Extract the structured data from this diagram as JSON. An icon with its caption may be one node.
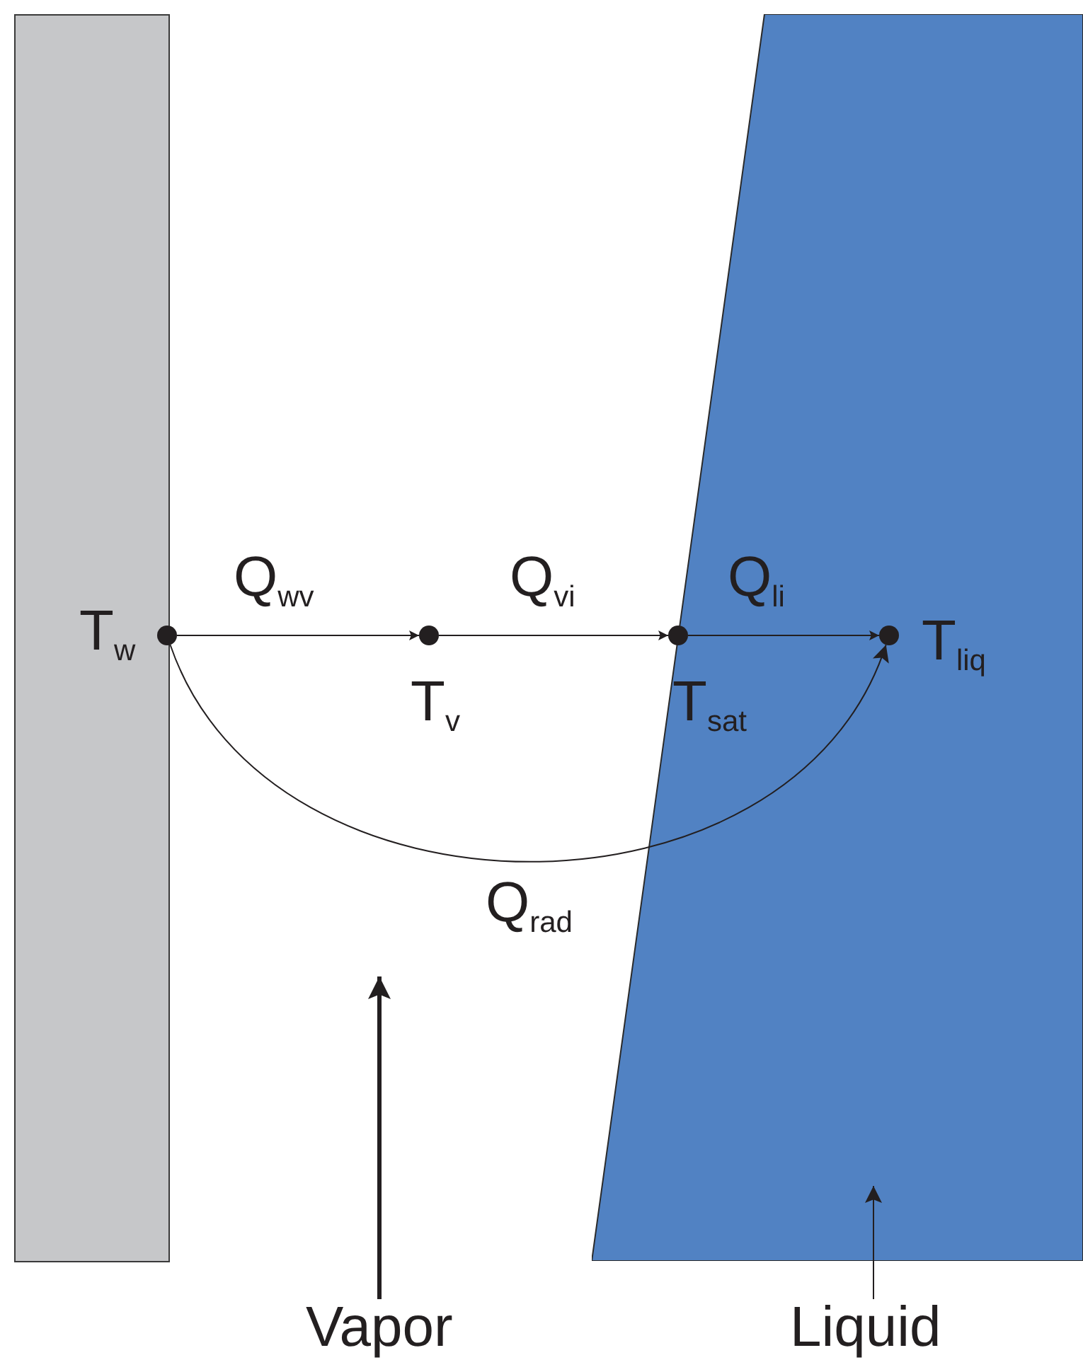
{
  "diagram": {
    "nodes": [
      {
        "text": [],
        "shape": "trapezoid"
      },
      {
        "text": [],
        "shape": "circle",
        "beside": [
          "T$_{w}$"
        ]
      },
      {
        "text": [],
        "shape": "circle",
        "beside": [
          "T$_{v}$"
        ]
      },
      {
        "text": [],
        "shape": "circle",
        "beside": [
          "T$_{sat}$"
        ]
      },
      {
        "text": [],
        "shape": "circle",
        "beside": [
          "T$_{liq}$"
        ],
        "in": 0
      },
      {
        "text": [
          "Vapor"
        ]
      },
      {
        "text": [
          "Liquid"
        ]
      }
    ],
    "edges": [
      {
        "from": 1,
        "to": 2,
        "arrow": "to",
        "label": "Q$_{wv}$"
      },
      {
        "from": 2,
        "to": 3,
        "arrow": "to",
        "label": "Q$_{vi}$"
      },
      {
        "from": 3,
        "to": 4,
        "arrow": "to",
        "label": "Q$_{li}$"
      },
      {
        "from": 1,
        "to": 4,
        "arrow": "to",
        "label": "Q$_{rad}$"
      },
      {
        "from": 5,
        "to": null,
        "arrow": "to",
        "style": "thick"
      },
      {
        "from": 6,
        "to": 0,
        "arrow": "to"
      }
    ]
  }
}
